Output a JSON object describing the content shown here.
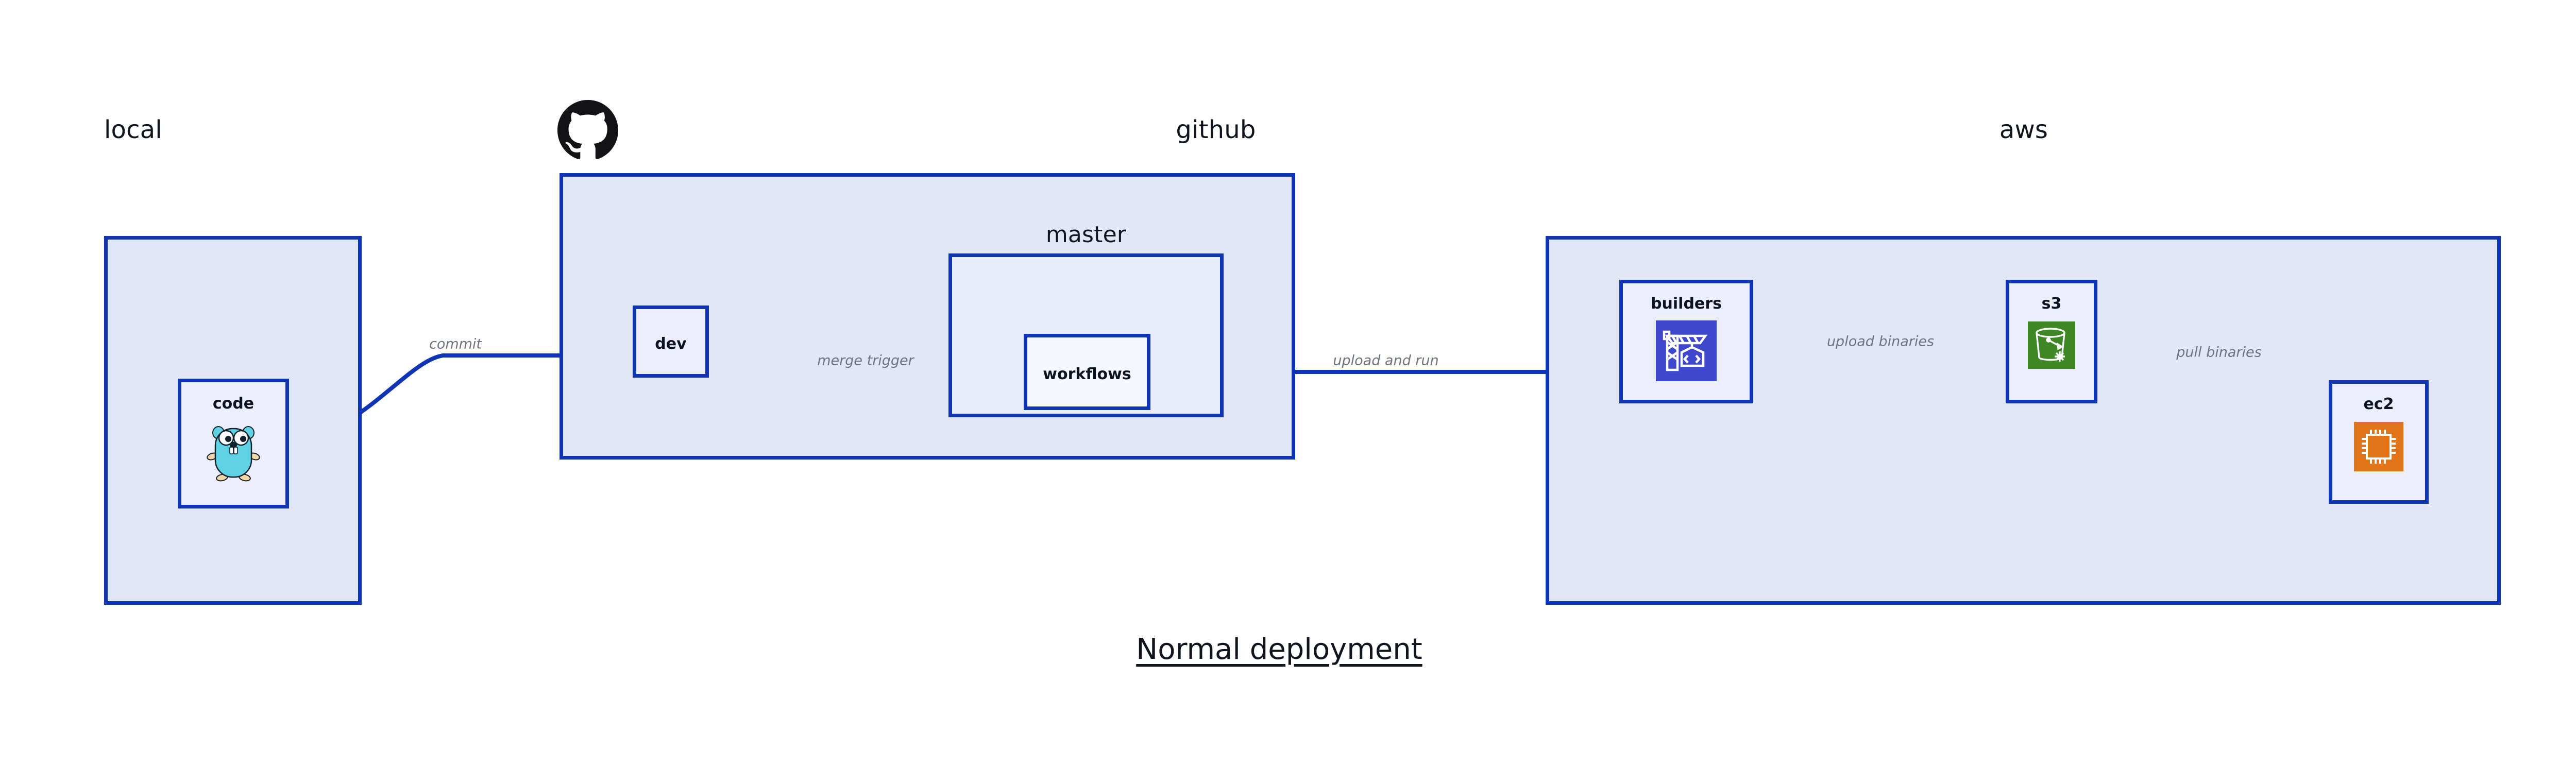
{
  "diagram": {
    "title": "Normal deployment",
    "accent_color": "#0f35b5",
    "group_fill": "#e1e6f9",
    "node_fill": "#eceffb",
    "edge_label_color": "#6f7380"
  },
  "groups": [
    {
      "id": "local",
      "label": "local",
      "nodes": [
        {
          "id": "code",
          "label": "code",
          "icon": "go-gopher-icon",
          "icon_color": "#5fd3e3"
        }
      ]
    },
    {
      "id": "github",
      "label": "github",
      "logo": "github-octocat-logo",
      "nodes": [
        {
          "id": "dev",
          "label": "dev",
          "icon": "none"
        },
        {
          "id": "master",
          "label": "master",
          "icon": "none"
        },
        {
          "id": "workflows",
          "label": "workflows",
          "icon": "none"
        }
      ]
    },
    {
      "id": "aws",
      "label": "aws",
      "nodes": [
        {
          "id": "builders",
          "label": "builders",
          "icon": "aws-codebuild-crane-icon",
          "icon_color": "#3f48cc"
        },
        {
          "id": "s3",
          "label": "s3",
          "icon": "aws-s3-bucket-icon",
          "icon_color": "#3f8624"
        },
        {
          "id": "ec2",
          "label": "ec2",
          "icon": "aws-ec2-chip-icon",
          "icon_color": "#e0741a"
        }
      ]
    }
  ],
  "edges": [
    {
      "id": "commit",
      "label": "commit",
      "from": "code",
      "to": "dev"
    },
    {
      "id": "merge-trigger",
      "label": "merge trigger",
      "from": "dev",
      "to": "workflows"
    },
    {
      "id": "upload-and-run",
      "label": "upload and run",
      "from": "workflows",
      "to": "builders"
    },
    {
      "id": "upload-binaries",
      "label": "upload binaries",
      "from": "builders",
      "to": "s3"
    },
    {
      "id": "pull-binaries",
      "label": "pull binaries",
      "from": "s3",
      "to": "ec2"
    }
  ]
}
